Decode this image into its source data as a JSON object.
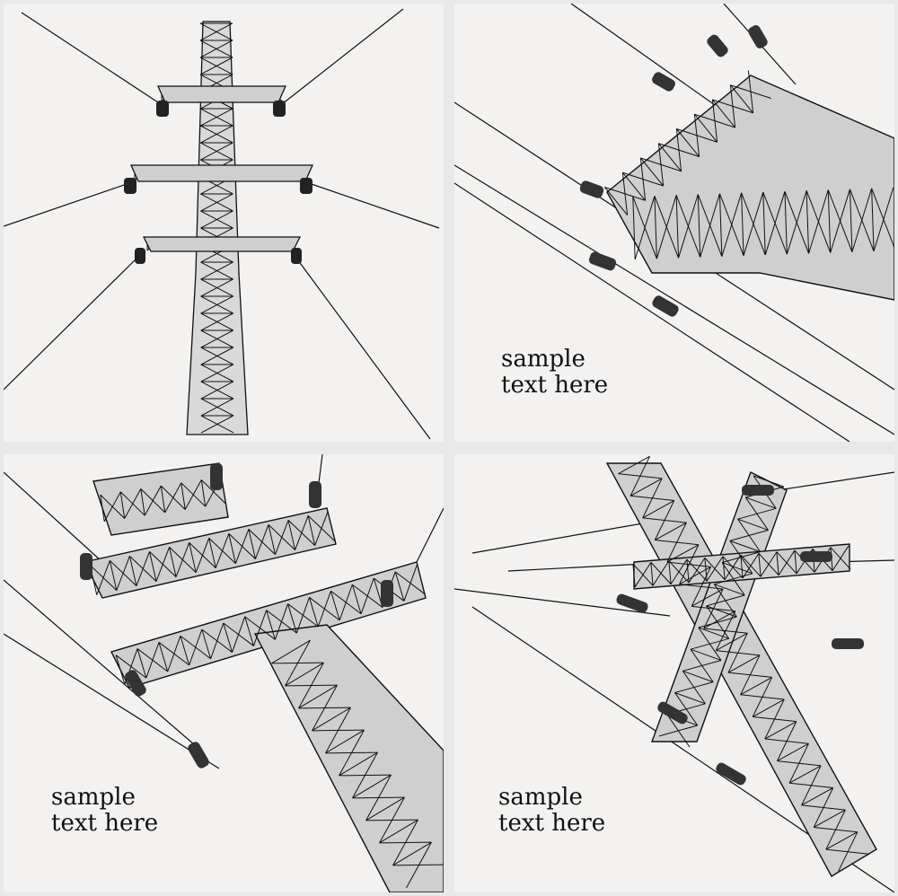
{
  "panels": [
    {
      "id": "p1",
      "caption": null
    },
    {
      "id": "p2",
      "caption": {
        "line1": "sample",
        "line2": "text here"
      }
    },
    {
      "id": "p3",
      "caption": {
        "line1": "sample",
        "line2": "text here"
      }
    },
    {
      "id": "p4",
      "caption": {
        "line1": "sample",
        "line2": "text here"
      }
    }
  ],
  "colors": {
    "background": "#f3f2f1",
    "frame": "#e8e8e8",
    "ink": "#111111",
    "steel": "#9a9a9a"
  }
}
